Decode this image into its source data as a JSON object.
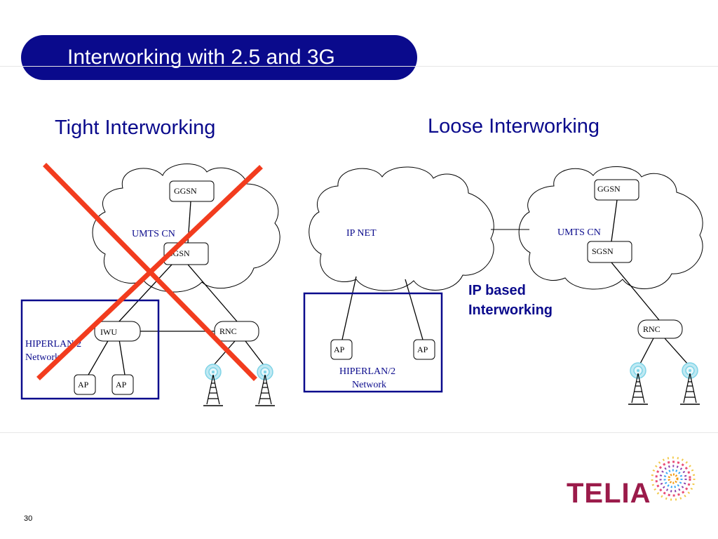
{
  "slide": {
    "title": "Interworking with 2.5 and 3G",
    "page_number": "30"
  },
  "tight": {
    "heading": "Tight Interworking",
    "cloud_label": "UMTS CN",
    "nodes": {
      "ggsn": "GGSN",
      "sgsn": "SGSN",
      "iwu": "IWU",
      "rnc": "RNC",
      "ap1": "AP",
      "ap2": "AP"
    },
    "box_label_1": "HIPERLAN/2",
    "box_label_2": "Network"
  },
  "loose": {
    "heading": "Loose Interworking",
    "ipnet_label": "IP NET",
    "umts_label": "UMTS CN",
    "nodes": {
      "ggsn": "GGSN",
      "sgsn": "SGSN",
      "rnc": "RNC",
      "ap1": "AP",
      "ap2": "AP"
    },
    "box_label_1": "HIPERLAN/2",
    "box_label_2": "Network",
    "note_line_1": "IP based",
    "note_line_2": "Interworking"
  },
  "logo": {
    "text": "TELIA",
    "text_color": "#9b1b4a"
  },
  "colors": {
    "brand_blue": "#0a0a8c",
    "cross_red": "#f23c1e",
    "antenna_cyan": "#7fd3e6"
  }
}
